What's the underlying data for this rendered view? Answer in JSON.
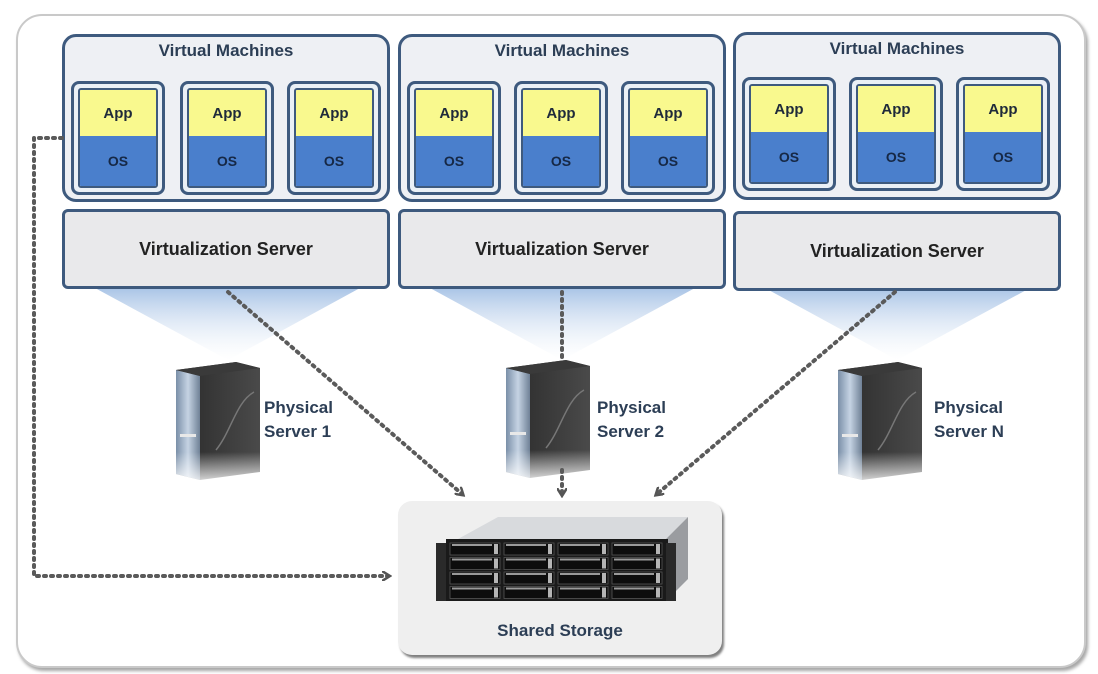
{
  "diagram": {
    "hosts": [
      {
        "group_title": "Virtual Machines",
        "vms": [
          {
            "app": "App",
            "os": "OS"
          },
          {
            "app": "App",
            "os": "OS"
          },
          {
            "app": "App",
            "os": "OS"
          }
        ],
        "virtualization_layer": "Virtualization  Server",
        "physical_server": {
          "line1": "Physical",
          "line2": "Server 1"
        }
      },
      {
        "group_title": "Virtual Machines",
        "vms": [
          {
            "app": "App",
            "os": "OS"
          },
          {
            "app": "App",
            "os": "OS"
          },
          {
            "app": "App",
            "os": "OS"
          }
        ],
        "virtualization_layer": "Virtualization  Server",
        "physical_server": {
          "line1": "Physical",
          "line2": "Server 2"
        }
      },
      {
        "group_title": "Virtual Machines",
        "vms": [
          {
            "app": "App",
            "os": "OS"
          },
          {
            "app": "App",
            "os": "OS"
          },
          {
            "app": "App",
            "os": "OS"
          }
        ],
        "virtualization_layer": "Virtualization  Server",
        "physical_server": {
          "line1": "Physical",
          "line2": "Server N"
        }
      }
    ],
    "storage": {
      "label": "Shared Storage"
    },
    "connections": [
      {
        "from": "Physical Server 1",
        "to": "Shared Storage",
        "style": "dotted-arrow"
      },
      {
        "from": "Physical Server 2",
        "to": "Shared Storage",
        "style": "dotted-arrow"
      },
      {
        "from": "Physical Server N",
        "to": "Shared Storage",
        "style": "dotted-arrow"
      },
      {
        "from": "Virtual Machines (host 1)",
        "to": "Shared Storage",
        "style": "dotted-arrow"
      }
    ],
    "colors": {
      "border": "#3e5a7e",
      "app": "#f9f98e",
      "os": "#4a7fcc",
      "group_bg": "#eef0f4",
      "virt_bg": "#e9e9eb",
      "connector": "#5a5a5a"
    }
  }
}
